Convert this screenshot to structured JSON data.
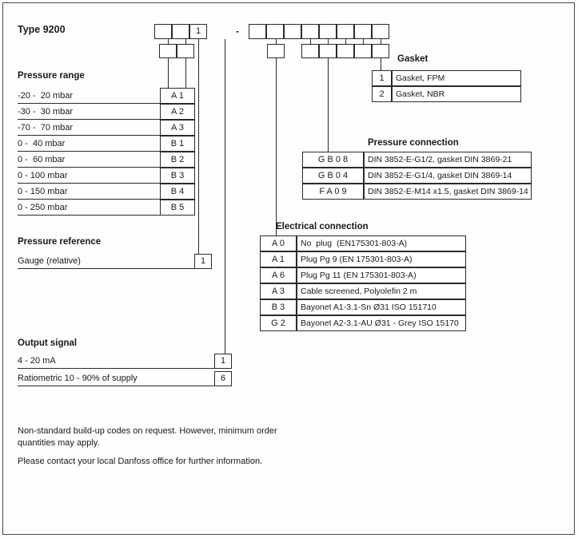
{
  "title": "Type 9200",
  "code_row": {
    "ref_value": "1",
    "dash": "-"
  },
  "pressure_range": {
    "label": "Pressure range",
    "rows": [
      {
        "text": "-20 -  20 mbar",
        "code": "A 1"
      },
      {
        "text": "-30 -  30 mbar",
        "code": "A 2"
      },
      {
        "text": "-70 -  70 mbar",
        "code": "A 3"
      },
      {
        "text": "0 -  40 mbar",
        "code": "B 1"
      },
      {
        "text": "0 -  60 mbar",
        "code": "B 2"
      },
      {
        "text": "0 - 100 mbar",
        "code": "B 3"
      },
      {
        "text": "0 - 150 mbar",
        "code": "B 4"
      },
      {
        "text": "0 - 250 mbar",
        "code": "B 5"
      }
    ]
  },
  "pressure_reference": {
    "label": "Pressure reference",
    "rows": [
      {
        "text": "Gauge (relative)",
        "code": "1"
      }
    ]
  },
  "output_signal": {
    "label": "Output signal",
    "rows": [
      {
        "text": "4 - 20 mA",
        "code": "1"
      },
      {
        "text": "Ratiometric 10 - 90% of supply",
        "code": "6"
      }
    ]
  },
  "gasket": {
    "label": "Gasket",
    "rows": [
      {
        "code": "1",
        "text": "Gasket, FPM"
      },
      {
        "code": "2",
        "text": "Gasket, NBR"
      }
    ]
  },
  "pressure_connection": {
    "label": "Pressure connection",
    "rows": [
      {
        "code": "G B 0 8",
        "text": "DIN 3852-E-G1/2, gasket DIN 3869-21"
      },
      {
        "code": "G B 0 4",
        "text": "DIN 3852-E-G1/4, gasket DIN 3869-14"
      },
      {
        "code": "F A 0 9",
        "text": "DIN 3852-E-M14 x1.5, gasket DIN 3869-14"
      }
    ]
  },
  "electrical_connection": {
    "label": "Electrical connection",
    "rows": [
      {
        "code": "A 0",
        "text": "No  plug  (EN175301-803-A)"
      },
      {
        "code": "A 1",
        "text": "Plug Pg 9 (EN 175301-803-A)"
      },
      {
        "code": "A 6",
        "text": "Plug Pg 11 (EN 175301-803-A)"
      },
      {
        "code": "A 3",
        "text": "Cable screened, Polyolefin 2 m"
      },
      {
        "code": "B 3",
        "text": "Bayonet A1-3.1-Sn Ø31 ISO 151710"
      },
      {
        "code": "G 2",
        "text": "Bayonet A2-3.1-AU Ø31 - Grey ISO 15170"
      }
    ]
  },
  "footer": {
    "line1": "Non-standard build-up codes on request. However, minimum order quantities may apply.",
    "line2": "Please contact your local Danfoss office for further information."
  }
}
